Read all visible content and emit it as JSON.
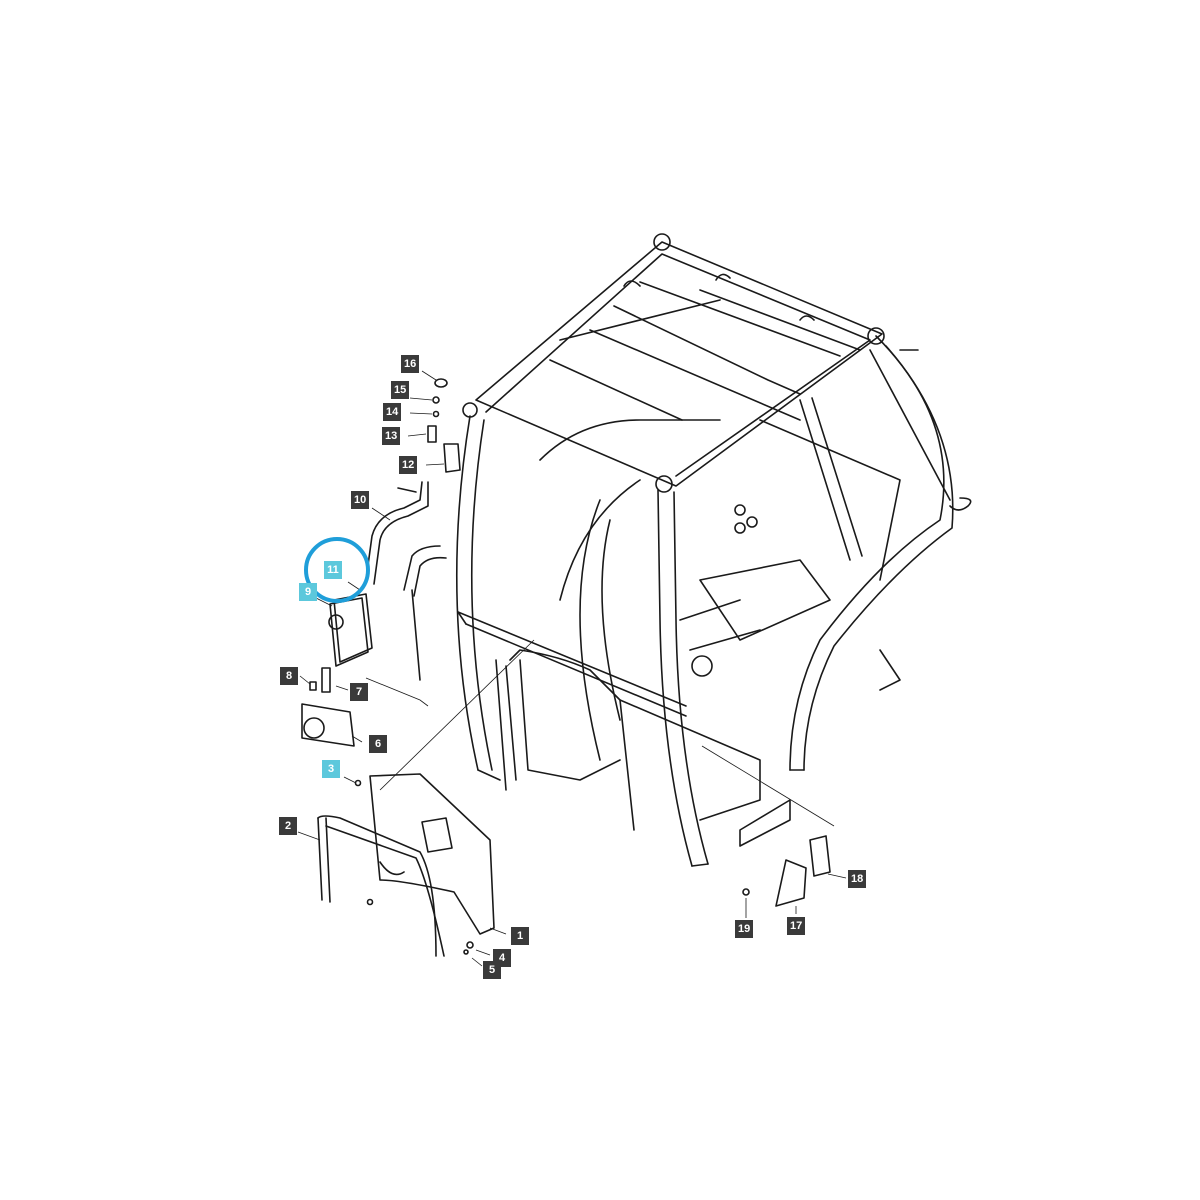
{
  "diagram": {
    "callouts": [
      {
        "id": "c16",
        "label": "16",
        "highlighted": false
      },
      {
        "id": "c15",
        "label": "15",
        "highlighted": false
      },
      {
        "id": "c14",
        "label": "14",
        "highlighted": false
      },
      {
        "id": "c13",
        "label": "13",
        "highlighted": false
      },
      {
        "id": "c12",
        "label": "12",
        "highlighted": false
      },
      {
        "id": "c10",
        "label": "10",
        "highlighted": false
      },
      {
        "id": "c11",
        "label": "11",
        "highlighted": true
      },
      {
        "id": "c9",
        "label": "9",
        "highlighted": true
      },
      {
        "id": "c8",
        "label": "8",
        "highlighted": false
      },
      {
        "id": "c7",
        "label": "7",
        "highlighted": false
      },
      {
        "id": "c6",
        "label": "6",
        "highlighted": false
      },
      {
        "id": "c3",
        "label": "3",
        "highlighted": true
      },
      {
        "id": "c2",
        "label": "2",
        "highlighted": false
      },
      {
        "id": "c1",
        "label": "1",
        "highlighted": false
      },
      {
        "id": "c4",
        "label": "4",
        "highlighted": false
      },
      {
        "id": "c5",
        "label": "5",
        "highlighted": false
      },
      {
        "id": "c18",
        "label": "18",
        "highlighted": false
      },
      {
        "id": "c17",
        "label": "17",
        "highlighted": false
      },
      {
        "id": "c19",
        "label": "19",
        "highlighted": false
      }
    ]
  },
  "colors": {
    "callout_bg": "#3a3a3a",
    "callout_highlight_bg": "#5cc8dc",
    "ring": "#1f9ed9",
    "line": "#1a1a1a"
  }
}
